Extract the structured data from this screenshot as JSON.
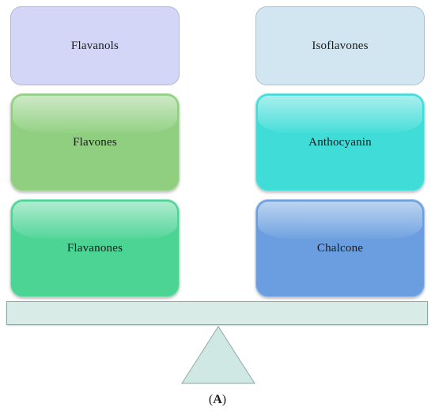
{
  "colors": {
    "flavanols": "#d4d6f7",
    "isoflavones": "#d2e6f2",
    "flavones": "#8fcf7f",
    "anthocyanin": "#3fdcd8",
    "flavanones": "#4cd495",
    "chalcone": "#6a9ee0",
    "beam": "#d9ebe6",
    "fulcrum": "#d0e8e3"
  },
  "left_column": [
    {
      "label": "Flavanols"
    },
    {
      "label": "Flavones"
    },
    {
      "label": "Flavanones"
    }
  ],
  "right_column": [
    {
      "label": "Isoflavones"
    },
    {
      "label": "Anthocyanin"
    },
    {
      "label": "Chalcone"
    }
  ],
  "caption": {
    "open": "(",
    "letter": "A",
    "close": ")"
  }
}
